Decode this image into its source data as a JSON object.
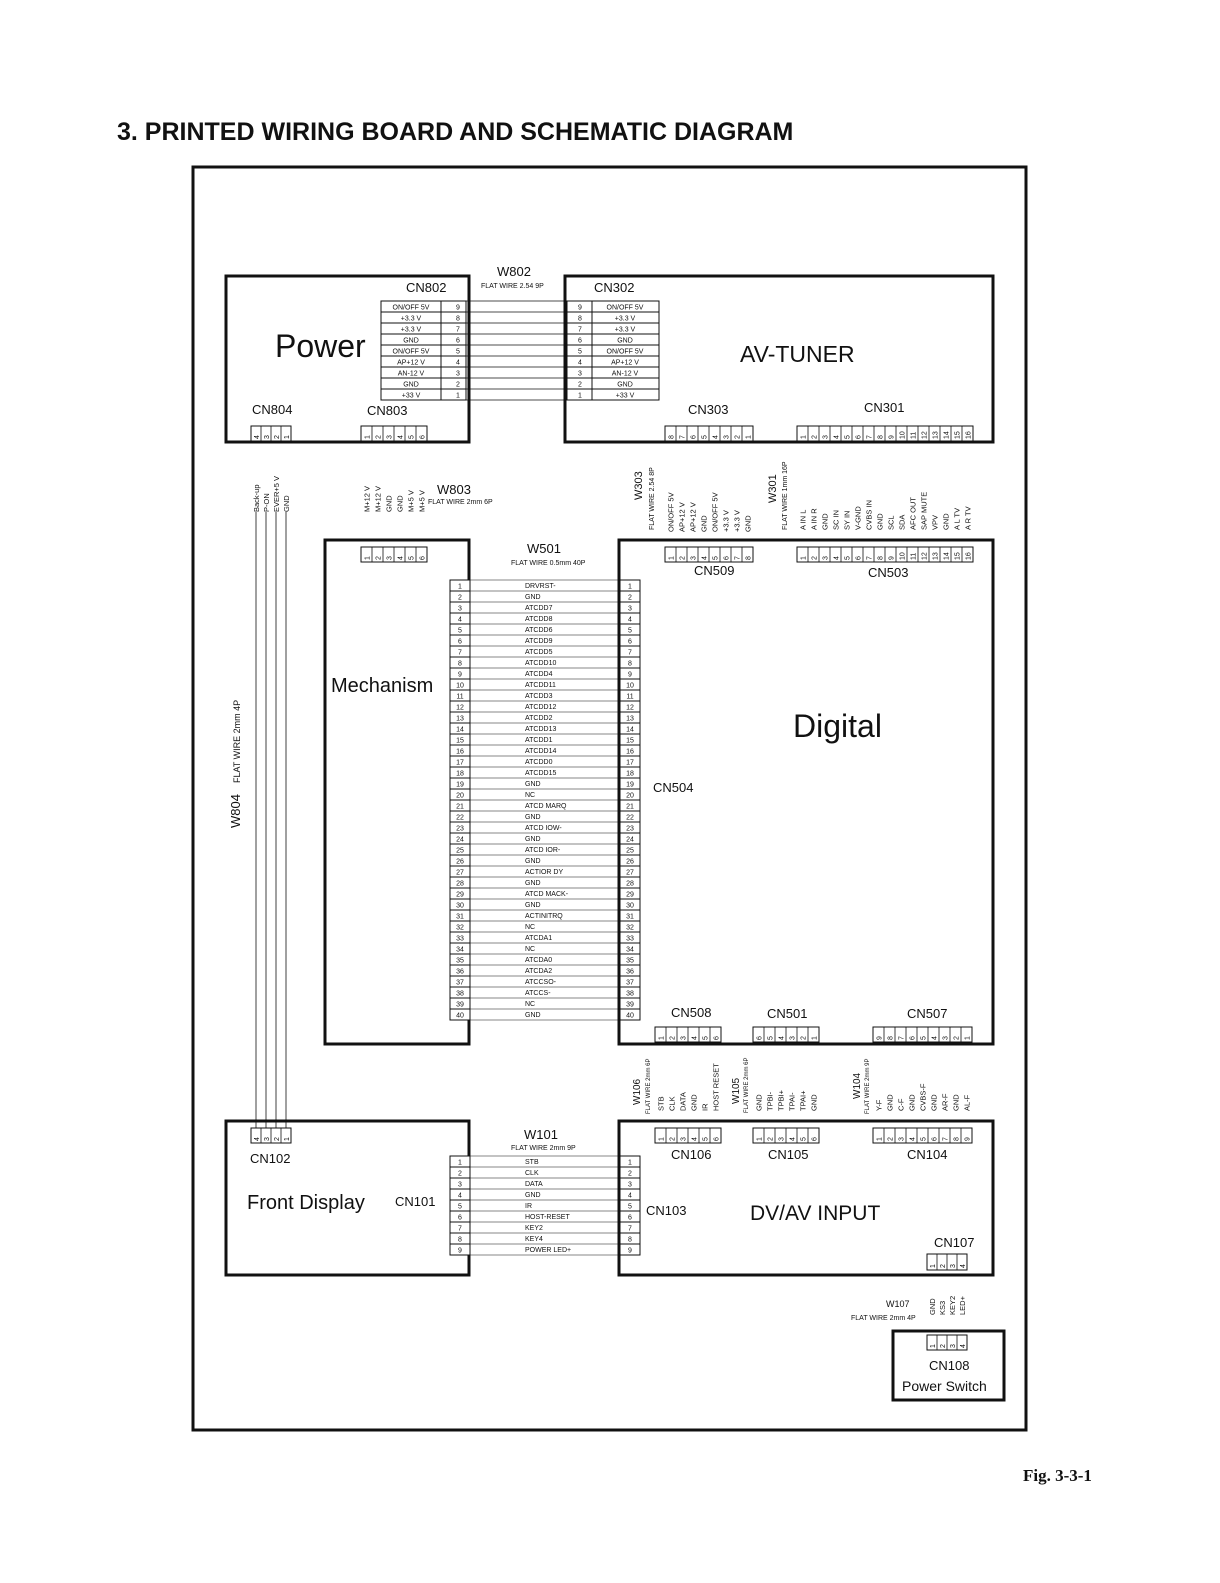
{
  "page_title": "3. PRINTED WIRING BOARD AND SCHEMATIC DIAGRAM",
  "figure_label": "Fig. 3-3-1",
  "boards": {
    "power": "Power",
    "av_tuner": "AV-TUNER",
    "mechanism": "Mechanism",
    "digital": "Digital",
    "front_display": "Front Display",
    "dv_av_input": "DV/AV INPUT",
    "power_switch": "Power Switch"
  },
  "connectors": {
    "cn802": "CN802",
    "cn302": "CN302",
    "cn804": "CN804",
    "cn803": "CN803",
    "cn303": "CN303",
    "cn301": "CN301",
    "cn509": "CN509",
    "cn503": "CN503",
    "cn504": "CN504",
    "cn508": "CN508",
    "cn501": "CN501",
    "cn507": "CN507",
    "cn102": "CN102",
    "cn101": "CN101",
    "cn103": "CN103",
    "cn106": "CN106",
    "cn105": "CN105",
    "cn104": "CN104",
    "cn107": "CN107",
    "cn108": "CN108"
  },
  "wires": {
    "w802": {
      "name": "W802",
      "spec": "FLAT WIRE 2.54  9P"
    },
    "w803": {
      "name": "W803",
      "spec": "FLAT WIRE 2mm 6P"
    },
    "w804": {
      "name": "W804",
      "spec": "FLAT WIRE 2mm 4P"
    },
    "w303": {
      "name": "W303",
      "spec": "FLAT WIRE 2.54 8P"
    },
    "w301": {
      "name": "W301",
      "spec": "FLAT WIRE 1mm 16P"
    },
    "w501": {
      "name": "W501",
      "spec": "FLAT WIRE 0.5mm 40P"
    },
    "w106": {
      "name": "W106",
      "spec": "FLAT WIRE 2mm 6P"
    },
    "w105": {
      "name": "W105",
      "spec": "FLAT WIRE 2mm 6P"
    },
    "w104": {
      "name": "W104",
      "spec": "FLAT WIRE 2mm 9P"
    },
    "w101": {
      "name": "W101",
      "spec": "FLAT WIRE 2mm 9P"
    },
    "w107": {
      "name": "W107",
      "spec": "FLAT WIRE 2mm 4P"
    }
  },
  "signals": {
    "w802": {
      "pins": [
        "9",
        "8",
        "7",
        "6",
        "5",
        "4",
        "3",
        "2",
        "1"
      ],
      "names": [
        "ON/OFF 5V",
        "+3.3 V",
        "+3.3 V",
        "GND",
        "ON/OFF 5V",
        "AP+12 V",
        "AN-12 V",
        "GND",
        "+33 V"
      ]
    },
    "cn804": {
      "pins": [
        "4",
        "3",
        "2",
        "1"
      ],
      "names": [
        "Back-up",
        "P-ON",
        "EVER+5 V",
        "GND"
      ]
    },
    "cn803": {
      "pins": [
        "1",
        "2",
        "3",
        "4",
        "5",
        "6"
      ],
      "names": [
        "M+12 V",
        "M+12 V",
        "GND",
        "GND",
        "M+5 V",
        "M+5 V"
      ]
    },
    "cn303": {
      "pins": [
        "8",
        "7",
        "6",
        "5",
        "4",
        "3",
        "2",
        "1"
      ],
      "names": [
        "ON/OFF 5V",
        "AP+12 V",
        "AP+12 V",
        "GND",
        "ON/OFF 5V",
        "+3.3 V",
        "+3.3 V",
        "GND"
      ]
    },
    "cn509": {
      "pins": [
        "1",
        "2",
        "3",
        "4",
        "5",
        "6",
        "7",
        "8"
      ]
    },
    "cn301": {
      "pins": [
        "1",
        "2",
        "3",
        "4",
        "5",
        "6",
        "7",
        "8",
        "9",
        "10",
        "11",
        "12",
        "13",
        "14",
        "15",
        "16"
      ],
      "names": [
        "A IN L",
        "A IN R",
        "GND",
        "SC IN",
        "SY IN",
        "V-GND",
        "CVBS IN",
        "GND",
        "SCL",
        "SDA",
        "AFC OUT",
        "SAP MUTE",
        "VPV",
        "GND",
        "A L TV",
        "A R TV"
      ]
    },
    "w501": {
      "pins": [
        "1",
        "2",
        "3",
        "4",
        "5",
        "6",
        "7",
        "8",
        "9",
        "10",
        "11",
        "12",
        "13",
        "14",
        "15",
        "16",
        "17",
        "18",
        "19",
        "20",
        "21",
        "22",
        "23",
        "24",
        "25",
        "26",
        "27",
        "28",
        "29",
        "30",
        "31",
        "32",
        "33",
        "34",
        "35",
        "36",
        "37",
        "38",
        "39",
        "40"
      ],
      "names": [
        "DRVRST-",
        "GND",
        "ATCDD7",
        "ATCDD8",
        "ATCDD6",
        "ATCDD9",
        "ATCDD5",
        "ATCDD10",
        "ATCDD4",
        "ATCDD11",
        "ATCDD3",
        "ATCDD12",
        "ATCDD2",
        "ATCDD13",
        "ATCDD1",
        "ATCDD14",
        "ATCDD0",
        "ATCDD15",
        "GND",
        "NC",
        "ATCD MARQ",
        "GND",
        "ATCD IOW-",
        "GND",
        "ATCD IOR-",
        "GND",
        "ACTIOR DY",
        "GND",
        "ATCD MACK-",
        "GND",
        "ACTINITRQ",
        "NC",
        "ATCDA1",
        "NC",
        "ATCDA0",
        "ATCDA2",
        "ATCCSO-",
        "ATCCS-",
        "NC",
        "GND"
      ]
    },
    "cn508": {
      "pins": [
        "1",
        "2",
        "3",
        "4",
        "5",
        "6"
      ]
    },
    "cn106": {
      "pins": [
        "1",
        "2",
        "3",
        "4",
        "5",
        "6"
      ],
      "names": [
        "STB",
        "CLK",
        "DATA",
        "GND",
        "IR",
        "HOST RESET"
      ]
    },
    "cn501": {
      "pins": [
        "6",
        "5",
        "4",
        "3",
        "2",
        "1"
      ]
    },
    "cn105": {
      "pins": [
        "1",
        "2",
        "3",
        "4",
        "5",
        "6"
      ],
      "names": [
        "GND",
        "TPBI-",
        "TPBI+",
        "TPAI-",
        "TPAI+",
        "GND"
      ]
    },
    "cn507": {
      "pins": [
        "9",
        "8",
        "7",
        "6",
        "5",
        "4",
        "3",
        "2",
        "1"
      ]
    },
    "cn104": {
      "pins": [
        "1",
        "2",
        "3",
        "4",
        "5",
        "6",
        "7",
        "8",
        "9"
      ],
      "names": [
        "Y-F",
        "GND",
        "C-F",
        "GND",
        "CVBS-F",
        "GND",
        "AR-F",
        "GND",
        "AL-F"
      ]
    },
    "w101": {
      "pins": [
        "1",
        "2",
        "3",
        "4",
        "5",
        "6",
        "7",
        "8",
        "9"
      ],
      "names": [
        "STB",
        "CLK",
        "DATA",
        "GND",
        "IR",
        "HOST-RESET",
        "KEY2",
        "KEY4",
        "POWER LED+"
      ]
    },
    "cn107": {
      "pins": [
        "1",
        "2",
        "3",
        "4"
      ],
      "names": [
        "GND",
        "KS3",
        "KEY2",
        "LED+"
      ]
    }
  }
}
